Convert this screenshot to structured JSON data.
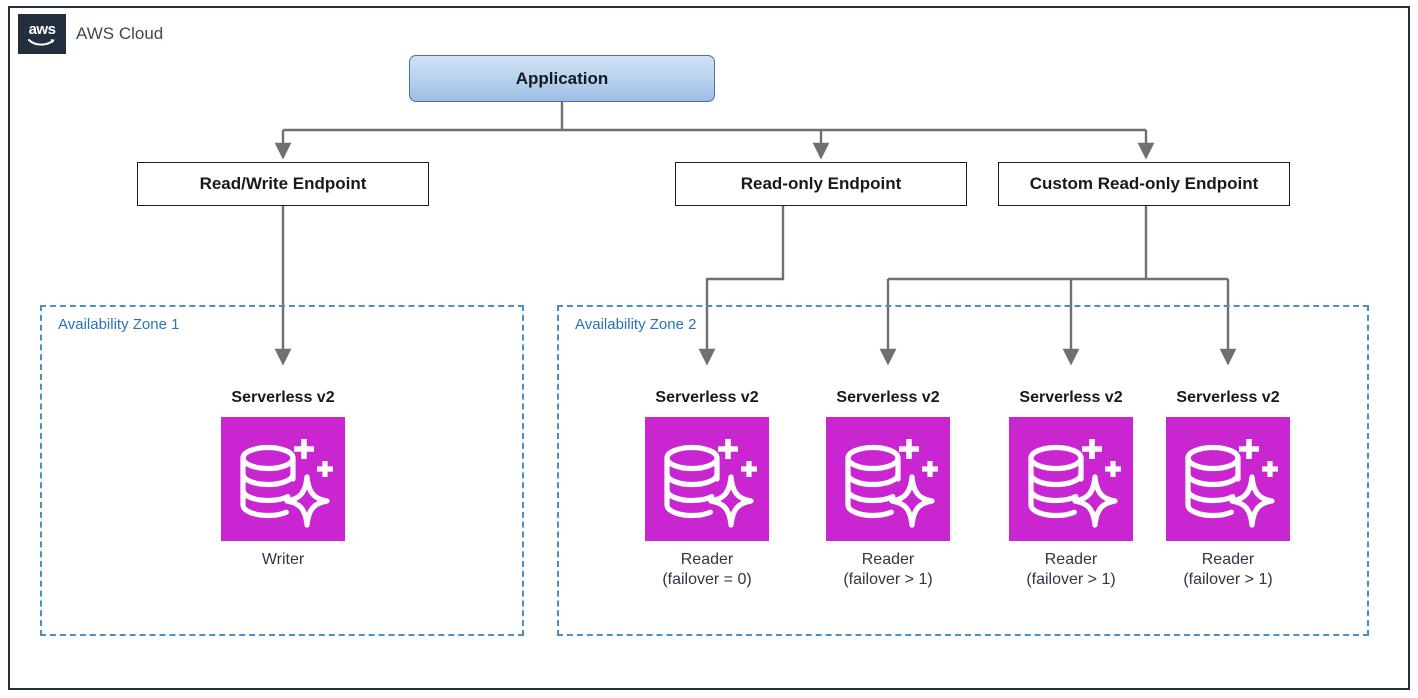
{
  "cloud": {
    "logo_text": "aws",
    "logo_icon": "aws-smile-icon",
    "label": "AWS Cloud",
    "border_color": "#232F3E"
  },
  "application": {
    "label": "Application",
    "fill_top": "#cfe0f3",
    "fill_bottom": "#9cbde6",
    "border_color": "#4472a8"
  },
  "endpoints": [
    {
      "id": "read-write",
      "label": "Read/Write Endpoint"
    },
    {
      "id": "read-only",
      "label": "Read-only Endpoint"
    },
    {
      "id": "custom-read-only",
      "label": "Custom Read-only Endpoint"
    }
  ],
  "zones": [
    {
      "id": "az1",
      "label": "Availability Zone 1",
      "label_color": "#2a74b5"
    },
    {
      "id": "az2",
      "label": "Availability Zone 2",
      "label_color": "#2a74b5"
    }
  ],
  "instances": [
    {
      "id": "writer",
      "zone": "az1",
      "title": "Serverless v2",
      "caption": "Writer",
      "icon": "aurora-serverless-database-icon",
      "icon_color": "#C925D1"
    },
    {
      "id": "reader1",
      "zone": "az2",
      "title": "Serverless v2",
      "caption": "Reader\n(failover = 0)",
      "icon": "aurora-serverless-database-icon",
      "icon_color": "#C925D1"
    },
    {
      "id": "reader2",
      "zone": "az2",
      "title": "Serverless v2",
      "caption": "Reader\n(failover > 1)",
      "icon": "aurora-serverless-database-icon",
      "icon_color": "#C925D1"
    },
    {
      "id": "reader3",
      "zone": "az2",
      "title": "Serverless v2",
      "caption": "Reader\n(failover > 1)",
      "icon": "aurora-serverless-database-icon",
      "icon_color": "#C925D1"
    },
    {
      "id": "reader4",
      "zone": "az2",
      "title": "Serverless v2",
      "caption": "Reader\n(failover > 1)",
      "icon": "aurora-serverless-database-icon",
      "icon_color": "#C925D1"
    }
  ],
  "connectors": {
    "line_color": "#707070",
    "edges": [
      {
        "from": "application",
        "to": "read-write"
      },
      {
        "from": "application",
        "to": "read-only"
      },
      {
        "from": "application",
        "to": "custom-read-only"
      },
      {
        "from": "read-write",
        "to": "writer"
      },
      {
        "from": "read-only",
        "to": "reader1"
      },
      {
        "from": "custom-read-only",
        "to": "reader2"
      },
      {
        "from": "custom-read-only",
        "to": "reader3"
      },
      {
        "from": "custom-read-only",
        "to": "reader4"
      }
    ]
  }
}
